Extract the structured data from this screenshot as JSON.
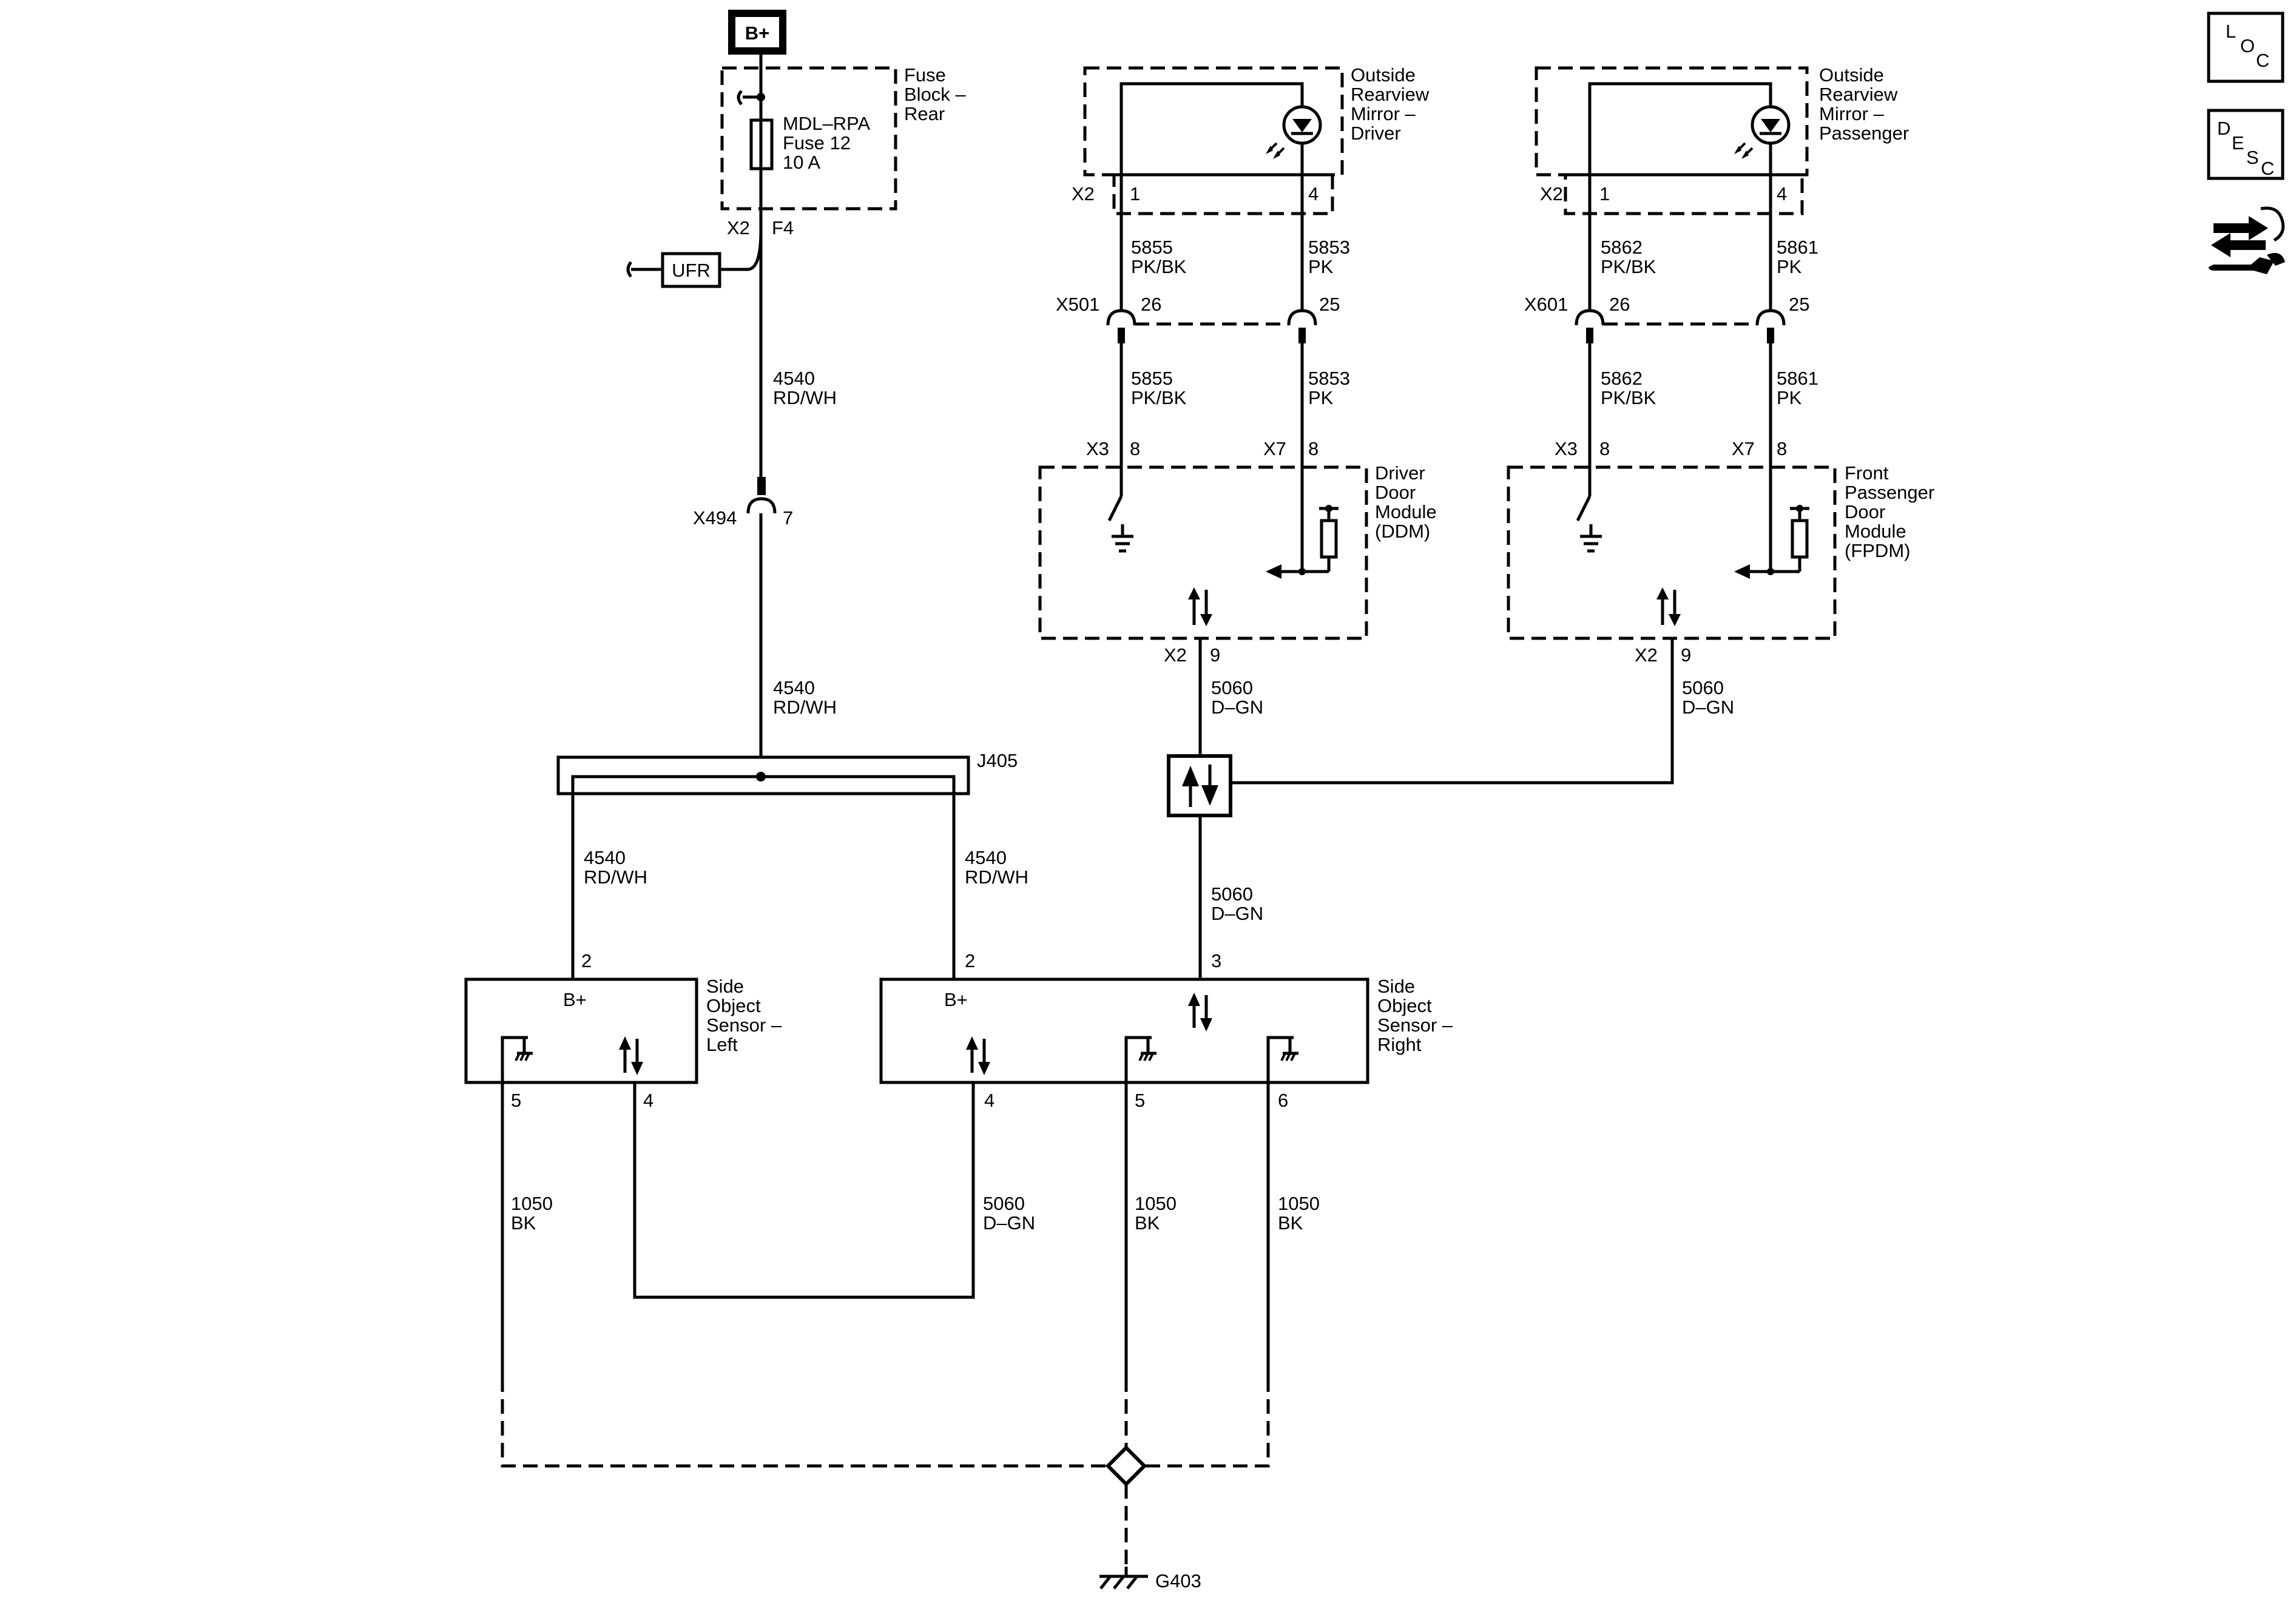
{
  "power": {
    "label": "B+"
  },
  "fuse_block": {
    "name_l1": "Fuse",
    "name_l2": "Block –",
    "name_l3": "Rear",
    "fuse_l1": "MDL–RPA",
    "fuse_l2": "Fuse 12",
    "fuse_l3": "10 A",
    "conn": "X2",
    "pin": "F4"
  },
  "ufr": {
    "label": "UFR"
  },
  "wire_4540": {
    "circuit": "4540",
    "color": "RD/WH"
  },
  "wire_5060": {
    "circuit": "5060",
    "color": "D–GN"
  },
  "wire_1050": {
    "circuit": "1050",
    "color": "BK"
  },
  "x494": {
    "conn": "X494",
    "pin": "7"
  },
  "j405": {
    "label": "J405"
  },
  "mirror_driver": {
    "l1": "Outside",
    "l2": "Rearview",
    "l3": "Mirror –",
    "l4": "Driver",
    "conn": "X2",
    "pin_a": "1",
    "pin_b": "4"
  },
  "mirror_pass": {
    "l1": "Outside",
    "l2": "Rearview",
    "l3": "Mirror –",
    "l4": "Passenger",
    "conn": "X2",
    "pin_a": "1",
    "pin_b": "4"
  },
  "wire_5855": {
    "circuit": "5855",
    "color": "PK/BK"
  },
  "wire_5853": {
    "circuit": "5853",
    "color": "PK"
  },
  "wire_5862": {
    "circuit": "5862",
    "color": "PK/BK"
  },
  "wire_5861": {
    "circuit": "5861",
    "color": "PK"
  },
  "x501": {
    "conn": "X501",
    "pin_a": "26",
    "pin_b": "25"
  },
  "x601": {
    "conn": "X601",
    "pin_a": "26",
    "pin_b": "25"
  },
  "ddm": {
    "l1": "Driver",
    "l2": "Door",
    "l3": "Module",
    "l4": "(DDM)",
    "conn_a": "X3",
    "pin_a": "8",
    "conn_b": "X7",
    "pin_b": "8",
    "conn_c": "X2",
    "pin_c": "9"
  },
  "fpdm": {
    "l1": "Front",
    "l2": "Passenger",
    "l3": "Door",
    "l4": "Module",
    "l5": "(FPDM)",
    "conn_a": "X3",
    "pin_a": "8",
    "conn_b": "X7",
    "pin_b": "8",
    "conn_c": "X2",
    "pin_c": "9"
  },
  "sos_left": {
    "l1": "Side",
    "l2": "Object",
    "l3": "Sensor –",
    "l4": "Left",
    "bplus": "B+",
    "pin_pwr": "2",
    "pin_gnd": "5",
    "pin_data": "4"
  },
  "sos_right": {
    "l1": "Side",
    "l2": "Object",
    "l3": "Sensor –",
    "l4": "Right",
    "bplus": "B+",
    "pin_pwr": "2",
    "pin_serial": "3",
    "pin_data": "4",
    "pin_gnd_a": "5",
    "pin_gnd_b": "6"
  },
  "ground": {
    "label": "G403"
  },
  "side_icons": {
    "loc": [
      "L",
      "O",
      "C"
    ],
    "desc": [
      "D",
      "E",
      "S",
      "C"
    ],
    "service_icon": "connector-wrench-icon"
  }
}
